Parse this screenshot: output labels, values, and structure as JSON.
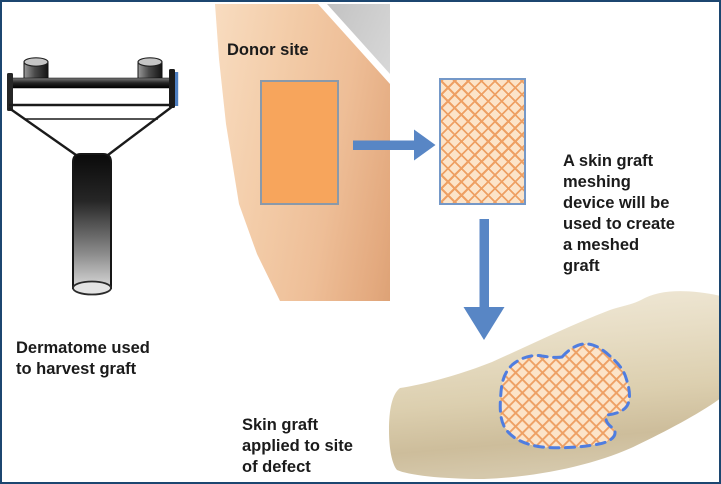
{
  "figure": {
    "border_color": "#1C4670",
    "background": "#FFFFFF"
  },
  "texts": {
    "donor_site": "Donor site",
    "dermatome_caption": {
      "lines": [
        "Dermatome used",
        "to harvest graft"
      ]
    },
    "meshing_caption": {
      "lines": [
        "A skin graft",
        "meshing",
        "device will be",
        "used to create",
        "a meshed",
        "graft"
      ]
    },
    "applied_caption": {
      "lines": [
        "Skin graft",
        "applied to site",
        "of defect"
      ]
    }
  },
  "icons": {
    "arrow_right": "right-arrow",
    "arrow_down": "down-arrow"
  },
  "illustrations": {
    "dermatome": "dermatome harvesting device",
    "donor_leg": "thigh donor site photo",
    "donor_site_rect": "harvested split-thickness graft area",
    "meshed_graft_rect": "meshed skin graft",
    "recipient_arm": "arm with skin defect",
    "applied_graft": "meshed graft applied to defect"
  },
  "colors": {
    "arrow": "#5886C5",
    "donor_rect_fill": "#F7A55C",
    "donor_rect_border": "#8A99A9",
    "mesh_background": "#FCE4C9",
    "mesh_line": "#EEA064",
    "mesh_rect_border": "#7498C8",
    "graft_dashed_outline": "#4F7DE0",
    "leg_skin": "#F0C39E",
    "arm_skin": "#E3D7BC"
  }
}
